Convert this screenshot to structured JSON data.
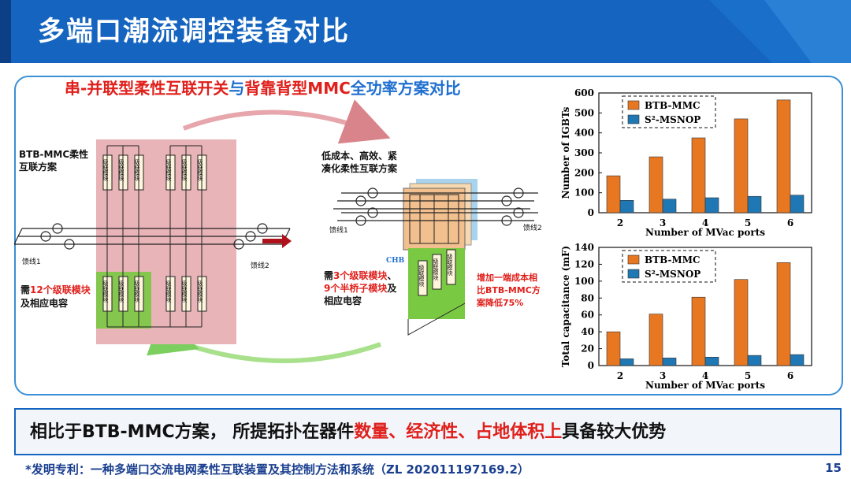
{
  "title": "多端口潮流调控装备对比",
  "subtitle": {
    "part1": "串-并联型柔性互联开关",
    "part2": "与",
    "part3": "背靠背型MMC",
    "part4": "全功率方案对比"
  },
  "left_diagram": {
    "label_line1": "BTB-MMC柔性",
    "label_line2": "互联方案",
    "feeder1": "馈线1",
    "feeder2": "馈线2",
    "module_label": "级联模块",
    "note_prefix": "需",
    "note_highlight": "12个级联模块",
    "note_line2": "及相应电容"
  },
  "right_diagram": {
    "label_line1": "低成本、高效、紧",
    "label_line2": "凑化柔性互联方案",
    "feeder1": "馈线1",
    "feeder2": "馈线2",
    "chb": "CHB",
    "note_prefix": "需",
    "note_h1": "3个级联模块",
    "note_mid": "、",
    "note_h2": "9个半桥子模块",
    "note_after": "及",
    "note_line3": "相应电容",
    "cost_line1": "增加一端成本相",
    "cost_line2": "比BTB-MMC方",
    "cost_line3": "案降低75%"
  },
  "chart_data": [
    {
      "type": "bar",
      "categories": [
        "2",
        "3",
        "4",
        "5",
        "6"
      ],
      "series": [
        {
          "name": "BTB-MMC",
          "values": [
            185,
            280,
            375,
            470,
            565
          ]
        },
        {
          "name": "S²-MSNOP",
          "values": [
            62,
            68,
            75,
            82,
            88
          ]
        }
      ],
      "ylabel": "Number of IGBTs",
      "xlabel": "Number of MVac ports",
      "ylim": [
        0,
        600
      ],
      "yticks": [
        "0",
        "100",
        "200",
        "300",
        "400",
        "500",
        "600"
      ],
      "legend_position": "top-left"
    },
    {
      "type": "bar",
      "categories": [
        "2",
        "3",
        "4",
        "5",
        "6"
      ],
      "series": [
        {
          "name": "BTB-MMC",
          "values": [
            40,
            61,
            81,
            102,
            122
          ]
        },
        {
          "name": "S²-MSNOP",
          "values": [
            8,
            9,
            10,
            12,
            13
          ]
        }
      ],
      "ylabel": "Total capacitance (mF)",
      "xlabel": "Number of MVac ports",
      "ylim": [
        0,
        140
      ],
      "yticks": [
        "0",
        "20",
        "40",
        "60",
        "80",
        "100",
        "120",
        "140"
      ],
      "legend_position": "top-left"
    }
  ],
  "colors": {
    "btb": "#e87722",
    "snop": "#1f77b4",
    "header": "#1565c0",
    "highlight": "#e0201c"
  },
  "summary": {
    "part1": "相比于BTB-MMC方案， 所提拓扑在器件",
    "part2": "数量、经济性、占地体积上",
    "part3": "具备较大优势"
  },
  "footnote": "*发明专利：一种多端口交流电网柔性互联装置及其控制方法和系统（ZL 202011197169.2）",
  "page_number": "15"
}
